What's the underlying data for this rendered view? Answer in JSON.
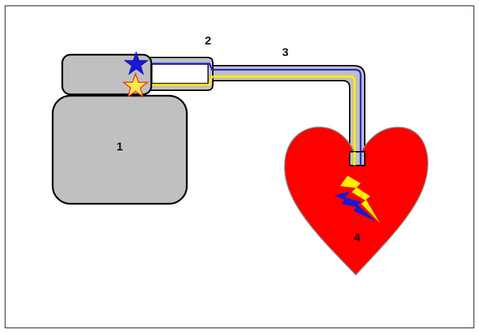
{
  "diagram": {
    "labels": {
      "device_body": "1",
      "connector": "2",
      "lead": "3",
      "heart": "4"
    },
    "colors": {
      "background": "#ffffff",
      "frame": "#333333",
      "device_fill": "#c0c0c0",
      "device_stroke": "#000000",
      "heart_fill": "#ff0000",
      "heart_stroke": "#8a8a8a",
      "wire_blue": "#2222dd",
      "wire_yellow": "#ffee00",
      "star_blue": "#1a1acc",
      "star_yellow": "#ffe84d",
      "star_yellow_stroke": "#e03a10",
      "bolt_yellow": "#ffee00",
      "bolt_blue": "#1a1acc"
    },
    "icons": [
      "blue-star-icon",
      "yellow-star-icon",
      "lightning-bolt-icon"
    ]
  }
}
